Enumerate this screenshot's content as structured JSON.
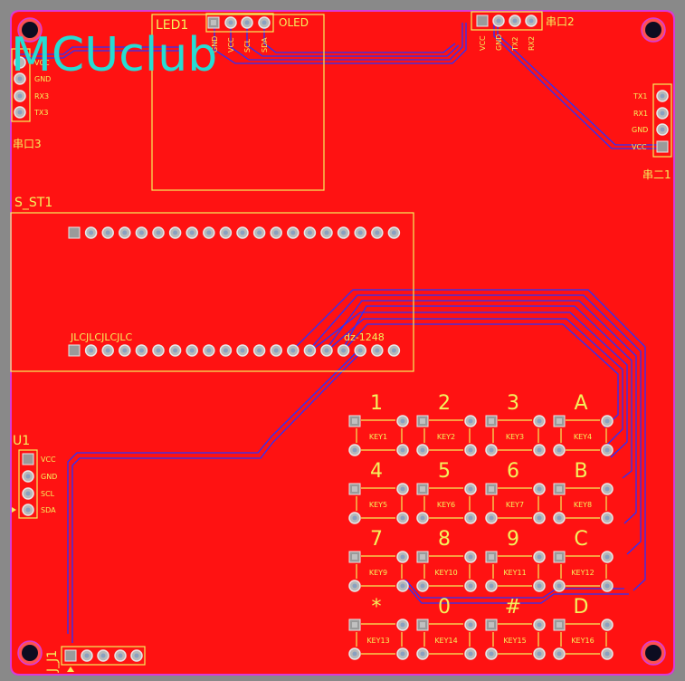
{
  "board": {
    "logo": "MCUclub",
    "colors": {
      "background": "#898989",
      "copper": "#ff1212",
      "outline": "#d83cd8",
      "silk": "#f4f25c",
      "trace": "#2a32ff",
      "logo": "#27dcd3"
    }
  },
  "components": {
    "led1": {
      "ref": "LED1",
      "type": "OLED",
      "pins": [
        "GND",
        "VCC",
        "SCL",
        "SDA"
      ]
    },
    "uart2": {
      "label": "串口2",
      "pins": [
        "VCC",
        "GND",
        "TX2",
        "RX2"
      ]
    },
    "uart3": {
      "label": "串口3",
      "pins": [
        "VCC",
        "GND",
        "RX3",
        "TX3"
      ]
    },
    "uart1": {
      "label": "串二1",
      "pins": [
        "TX1",
        "RX1",
        "GND",
        "VCC"
      ]
    },
    "s_st1": {
      "ref": "S_ST1",
      "marking": "JLCJLCJLCJLC",
      "model": "dz-1248"
    },
    "u1": {
      "ref": "U1",
      "pins": [
        "VCC",
        "GND",
        "SCL",
        "SDA"
      ]
    },
    "j_j1": {
      "ref": "J_J1"
    },
    "keypad": {
      "keys": [
        {
          "ref": "KEY1",
          "label": "1"
        },
        {
          "ref": "KEY2",
          "label": "2"
        },
        {
          "ref": "KEY3",
          "label": "3"
        },
        {
          "ref": "KEY4",
          "label": "A"
        },
        {
          "ref": "KEY5",
          "label": "4"
        },
        {
          "ref": "KEY6",
          "label": "5"
        },
        {
          "ref": "KEY7",
          "label": "6"
        },
        {
          "ref": "KEY8",
          "label": "B"
        },
        {
          "ref": "KEY9",
          "label": "7"
        },
        {
          "ref": "KEY10",
          "label": "8"
        },
        {
          "ref": "KEY11",
          "label": "9"
        },
        {
          "ref": "KEY12",
          "label": "C"
        },
        {
          "ref": "KEY13",
          "label": "*"
        },
        {
          "ref": "KEY14",
          "label": "0"
        },
        {
          "ref": "KEY15",
          "label": "#"
        },
        {
          "ref": "KEY16",
          "label": "D"
        }
      ]
    }
  }
}
